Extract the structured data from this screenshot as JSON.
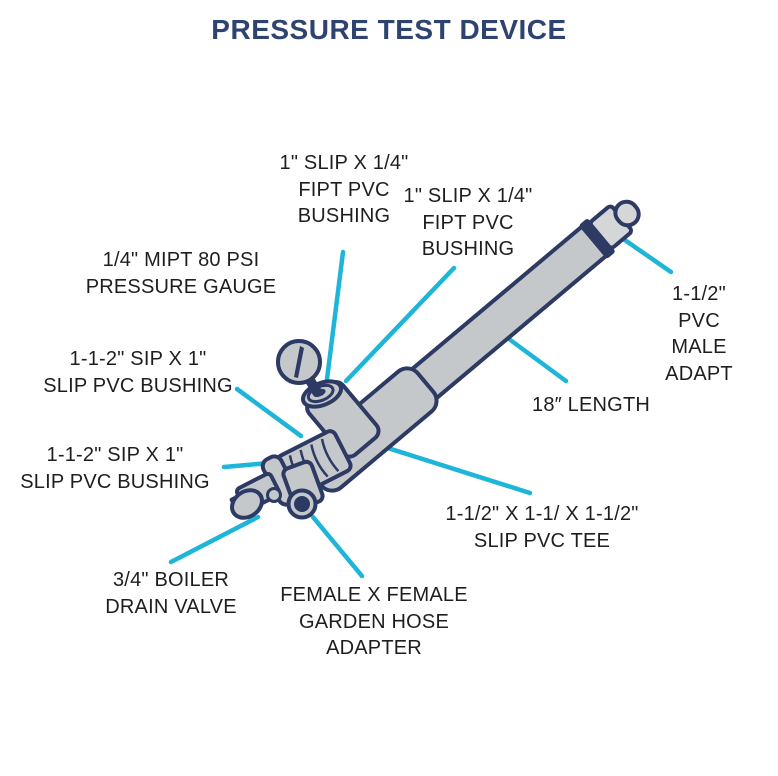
{
  "title": "PRESSURE TEST DEVICE",
  "colors": {
    "accent": "#1db5d8",
    "outline": "#2c3a64",
    "title": "#2e4370",
    "fill_gray": "#c5c8ca",
    "fill_light": "#d4d6d8",
    "label_text": "#1e1e1e",
    "background": "#ffffff"
  },
  "labels": {
    "bushing_top_left": "1\" SLIP X 1/4\"\nFIPT PVC\nBUSHING",
    "bushing_top_right": "1\" SLIP X 1/4\"\nFIPT PVC\nBUSHING",
    "pressure_gauge": "1/4\" MIPT 80 PSI\nPRESSURE GAUGE",
    "slip_bushing_upper": "1-1-2\" SIP X 1\"\nSLIP PVC BUSHING",
    "slip_bushing_lower": "1-1-2\" SIP X 1\"\nSLIP PVC BUSHING",
    "male_adapter": "1-1/2\" PVC\nMALE ADAPT",
    "pipe_length": "18″ LENGTH",
    "tee": "1-1/2\" X 1-1/ X 1-1/2\"\nSLIP PVC TEE",
    "drain_valve": "3/4\" BOILER\nDRAIN VALVE",
    "hose_adapter": "FEMALE X FEMALE\nGARDEN HOSE\nADAPTER"
  }
}
